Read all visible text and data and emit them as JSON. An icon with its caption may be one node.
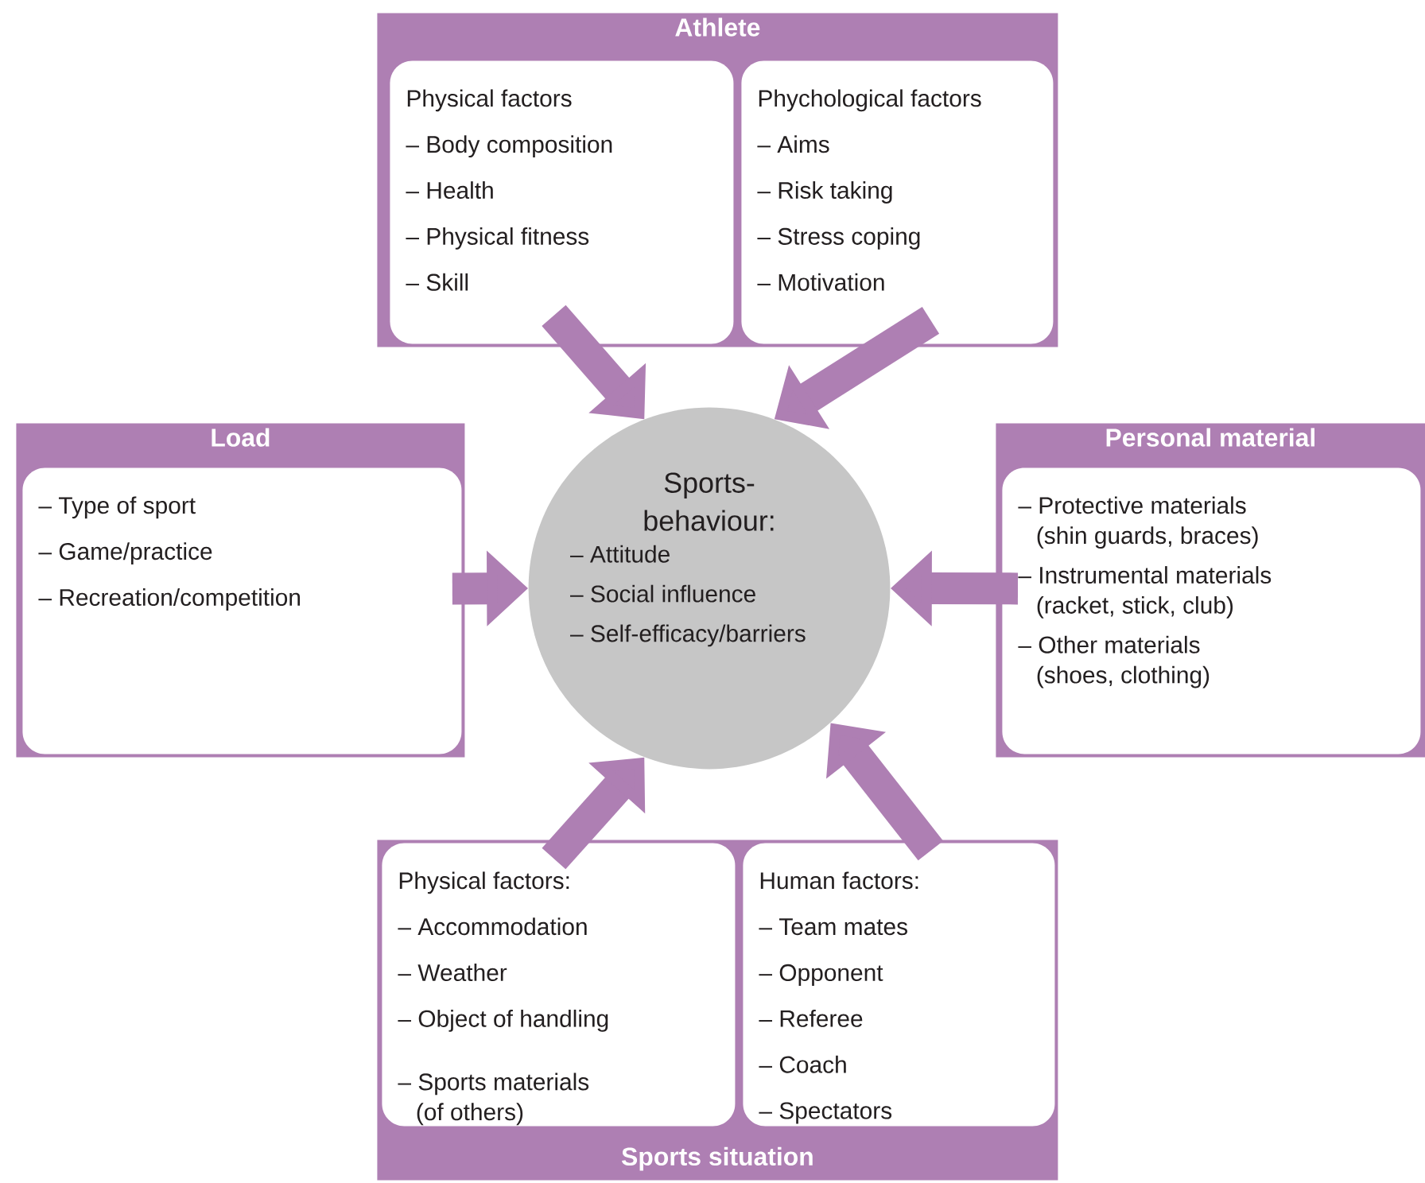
{
  "diagram": {
    "nodes": [
      {
        "text": [
          "Athlete"
        ]
      },
      {
        "text": [
          "Physical factors",
          "– Body composition",
          "– Health",
          "– Physical fitness",
          "– Skill"
        ],
        "in": 0
      },
      {
        "text": [
          "Phychological factors",
          "– Aims",
          "– Risk taking",
          "– Stress coping",
          "– Motivation"
        ],
        "in": 0
      },
      {
        "text": [
          "Load"
        ]
      },
      {
        "text": [
          "– Type of sport",
          "– Game/practice",
          "– Recreation/competition"
        ],
        "in": 3
      },
      {
        "text": [
          "Sports-behaviour:",
          "– Attitude",
          "– Social influence",
          "– Self-efficacy/barriers"
        ]
      },
      {
        "text": [
          "Personal material"
        ]
      },
      {
        "text": [
          "– Protective materials (shin guards, braces)",
          "– Instrumental materials (racket, stick, club)",
          "– Other materials (shoes, clothing)"
        ],
        "in": 6
      },
      {
        "text": [
          "Sports situation"
        ]
      },
      {
        "text": [
          "Physical factors:",
          "– Accommodation",
          "– Weather",
          "– Object of handling",
          "– Sports materials (of others)"
        ],
        "in": 8
      },
      {
        "text": [
          "Human factors:",
          "– Team mates",
          "– Opponent",
          "– Referee",
          "– Coach",
          "– Spectators"
        ],
        "in": 8
      }
    ],
    "edges": [
      {
        "from": 1,
        "to": 5,
        "arrow": "to"
      },
      {
        "from": 2,
        "to": 5,
        "arrow": "to"
      },
      {
        "from": 4,
        "to": 5,
        "arrow": "to"
      },
      {
        "from": 7,
        "to": 5,
        "arrow": "to"
      },
      {
        "from": 9,
        "to": 5,
        "arrow": "to"
      },
      {
        "from": 10,
        "to": 5,
        "arrow": "to"
      }
    ]
  }
}
